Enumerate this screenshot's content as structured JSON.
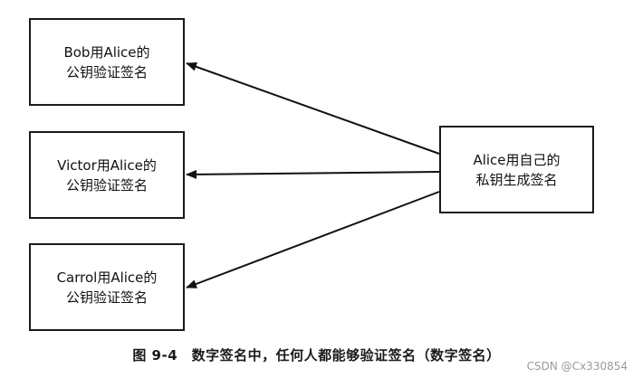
{
  "boxes": {
    "bob": {
      "line1": "Bob用Alice的",
      "line2": "公钥验证签名"
    },
    "victor": {
      "line1": "Victor用Alice的",
      "line2": "公钥验证签名"
    },
    "carrol": {
      "line1": "Carrol用Alice的",
      "line2": "公钥验证签名"
    },
    "alice": {
      "line1": "Alice用自己的",
      "line2": "私钥生成签名"
    }
  },
  "caption": "图 9-4　数字签名中，任何人都能够验证签名（数字签名）",
  "watermark": "CSDN @Cx330854"
}
